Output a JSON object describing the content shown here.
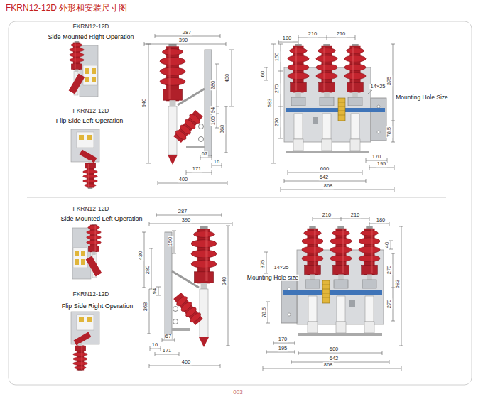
{
  "diagram": {
    "title": "FKRN12-12D 外形和安装尺寸图",
    "labels": [
      "FKRN12-12D",
      "Side Mounted Right Operation",
      "FKRN12-12D",
      "Flip Side Left Operation",
      "287",
      "390",
      "430",
      "280",
      "940",
      "94",
      "105",
      "368",
      "67",
      "16",
      "171",
      "400",
      "180",
      "210",
      "210",
      "60",
      "150",
      "270",
      "583",
      "270",
      "14×25",
      "375",
      "Mounting Hole Size",
      "78.5",
      "170",
      "195",
      "600",
      "642",
      "868",
      "FKRN12-12D",
      "Side Mounted Left Operation",
      "FKRN12-12D",
      "Flip Side Right Operation",
      "287",
      "390",
      "150",
      "430",
      "280",
      "940",
      "94",
      "368",
      "67",
      "16",
      "171",
      "400",
      "210",
      "210",
      "180",
      "40",
      "375",
      "14×25",
      "Mounting Hole size",
      "270",
      "583",
      "270",
      "78.5",
      "170",
      "195",
      "600",
      "642",
      "868",
      "003"
    ]
  }
}
